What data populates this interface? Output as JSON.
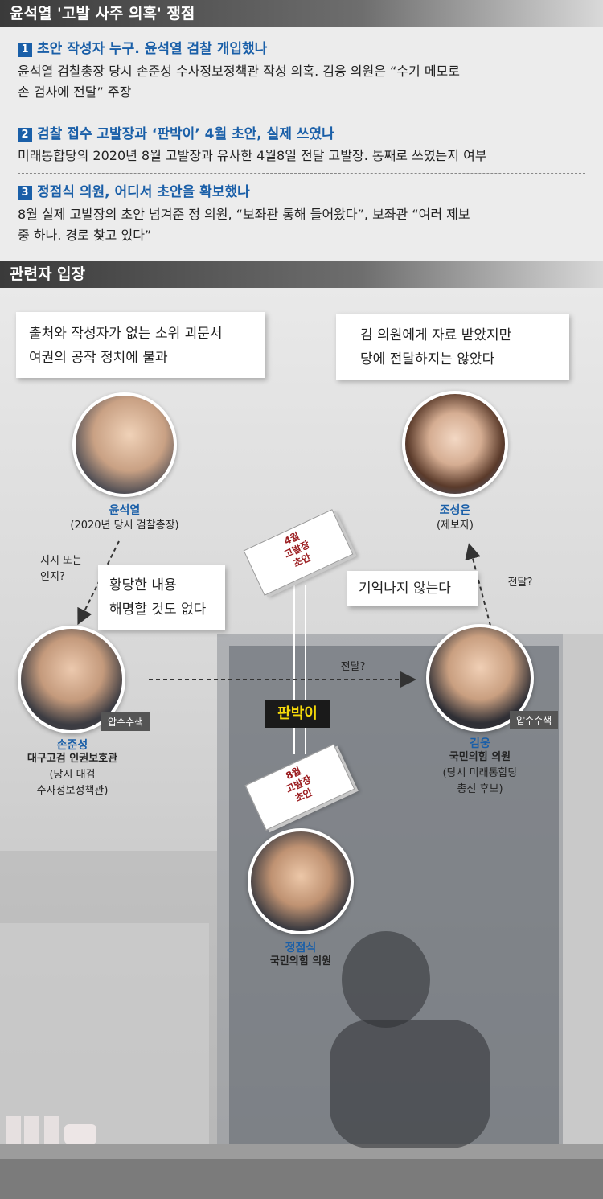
{
  "header": {
    "title": "윤석열 '고발 사주 의혹' 쟁점"
  },
  "issues": [
    {
      "num": "1",
      "title": "초안 작성자 누구. 윤석열 검찰 개입했나",
      "body_lines": [
        "윤석열 검찰총장 당시 손준성 수사정보정책관 작성 의혹. 김웅 의원은 “수기 메모로",
        "손 검사에 전달” 주장"
      ]
    },
    {
      "num": "2",
      "title": "검찰 접수 고발장과 ‘판박이’ 4월 초안, 실제 쓰였나",
      "body_lines": [
        "미래통합당의 2020년 8월 고발장과 유사한 4월8일 전달 고발장. 통째로 쓰였는지 여부"
      ]
    },
    {
      "num": "3",
      "title": "정점식 의원, 어디서 초안을 확보했나",
      "body_lines": [
        "8월 실제 고발장의 초안 넘겨준 정 의원, “보좌관 통해 들어왔다”, 보좌관 “여러 제보",
        "중 하나. 경로 찾고 있다”"
      ]
    }
  ],
  "section2": {
    "title": "관련자 입장"
  },
  "people": {
    "yoon": {
      "name": "윤석열",
      "desc": "(2020년 당시 검찰총장)",
      "quote": [
        "출처와 작성자가 없는 소위 괴문서",
        "여권의 공작 정치에 불과"
      ]
    },
    "cho": {
      "name": "조성은",
      "desc": "(제보자)",
      "quote": [
        "김 의원에게 자료 받았지만",
        "당에 전달하지는 않았다"
      ]
    },
    "son": {
      "name": "손준성",
      "desc_bold": "대구고검 인권보호관",
      "desc": [
        "(당시 대검",
        "수사정보정책관)"
      ],
      "quote": [
        "황당한 내용",
        "해명할 것도 없다"
      ],
      "badge": "압수수색"
    },
    "kim": {
      "name": "김웅",
      "desc_bold": "국민의힘 의원",
      "desc": [
        "(당시 미래통합당",
        "총선 후보)"
      ],
      "quote": [
        "기억나지 않는다"
      ],
      "badge": "압수수색"
    },
    "jung": {
      "name": "정점식",
      "desc_bold": "국민의힘 의원"
    }
  },
  "arrows": {
    "yoon_son": [
      "지시 또는",
      "인지?"
    ],
    "son_kim": "전달?",
    "kim_cho": "전달?"
  },
  "docs": {
    "april": [
      "4월",
      "고발장",
      "초안"
    ],
    "august": [
      "8월",
      "고발장",
      "초안"
    ],
    "label": "판박이"
  },
  "colors": {
    "accent": "#1a5fa8",
    "doc_red": "#9b1d20",
    "badge": "#555555",
    "label_bg": "#1a1a1a",
    "label_fg": "#f5d90a"
  }
}
